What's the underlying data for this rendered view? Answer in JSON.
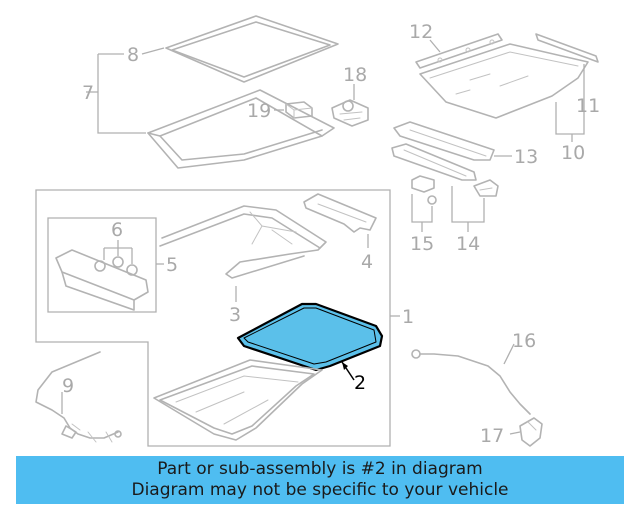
{
  "diagram": {
    "callouts": {
      "c1": "1",
      "c2": "2",
      "c3": "3",
      "c4": "4",
      "c5": "5",
      "c6": "6",
      "c7": "7",
      "c8": "8",
      "c9": "9",
      "c10": "10",
      "c11": "11",
      "c12": "12",
      "c13": "13",
      "c14": "14",
      "c15": "15",
      "c16": "16",
      "c17": "17",
      "c18": "18",
      "c19": "19"
    },
    "highlighted_part": "2",
    "colors": {
      "highlight_fill": "#5bc0ea",
      "outline": "#b3b3b3",
      "banner": "#4fbdf1"
    }
  },
  "banner": {
    "line1": "Part or sub-assembly is #2 in diagram",
    "line2": "Diagram may not be specific to your vehicle"
  }
}
